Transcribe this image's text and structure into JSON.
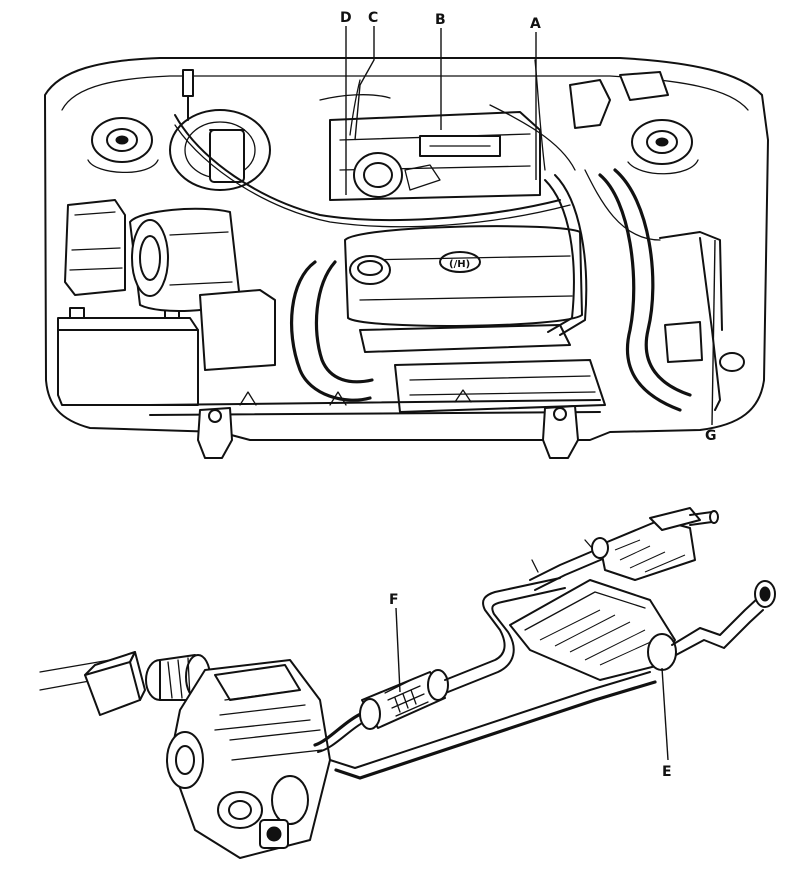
{
  "figure": {
    "callouts": {
      "A": "A",
      "B": "B",
      "C": "C",
      "D": "D",
      "E": "E",
      "F": "F",
      "G": "G"
    }
  }
}
